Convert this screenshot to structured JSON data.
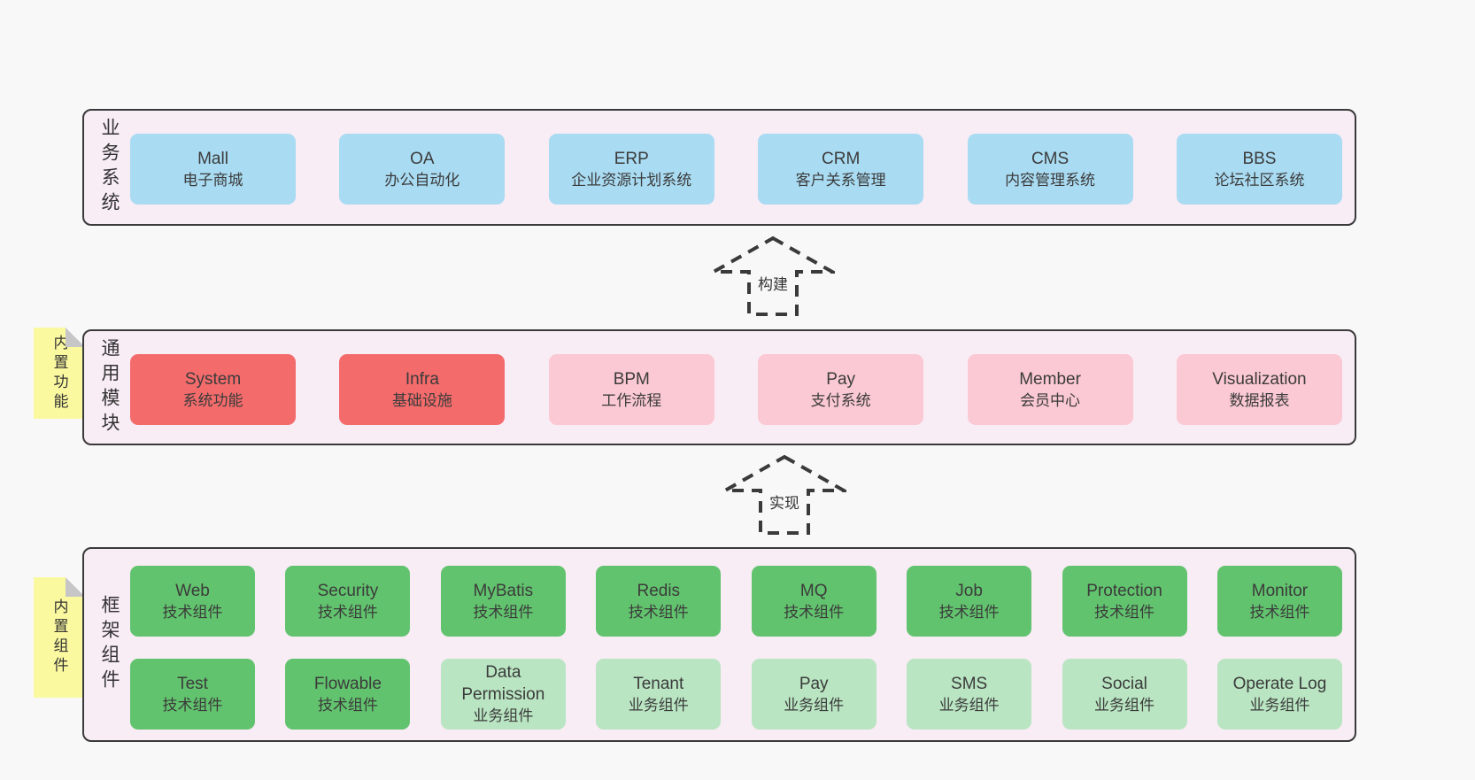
{
  "colors": {
    "page_bg": "#f8f8f8",
    "panel_bg": "#f8ecf5",
    "panel_border": "#3a3a3a",
    "blue_box": "#a9dbf2",
    "red_box": "#f46b6b",
    "pink_box": "#fbc9d3",
    "green_box": "#62c36e",
    "light_green_box": "#b9e5c2",
    "sticky_note_bg": "#fbf9a0",
    "sticky_note_fold": "#c6c6c6",
    "text": "#3b3b3b"
  },
  "arrows": {
    "build": "构建",
    "implement": "实现"
  },
  "business": {
    "side_label": "业务系统",
    "boxes": [
      {
        "title": "Mall",
        "subtitle": "电子商城"
      },
      {
        "title": "OA",
        "subtitle": "办公自动化"
      },
      {
        "title": "ERP",
        "subtitle": "企业资源计划系统"
      },
      {
        "title": "CRM",
        "subtitle": "客户关系管理"
      },
      {
        "title": "CMS",
        "subtitle": "内容管理系统"
      },
      {
        "title": "BBS",
        "subtitle": "论坛社区系统"
      }
    ]
  },
  "modules": {
    "side_label": "通用模块",
    "sticky_label": "内置功能",
    "boxes": [
      {
        "title": "System",
        "subtitle": "系统功能",
        "variant": "red"
      },
      {
        "title": "Infra",
        "subtitle": "基础设施",
        "variant": "red"
      },
      {
        "title": "BPM",
        "subtitle": "工作流程",
        "variant": "pink"
      },
      {
        "title": "Pay",
        "subtitle": "支付系统",
        "variant": "pink"
      },
      {
        "title": "Member",
        "subtitle": "会员中心",
        "variant": "pink"
      },
      {
        "title": "Visualization",
        "subtitle": "数据报表",
        "variant": "pink"
      }
    ]
  },
  "components": {
    "side_label": "框架组件",
    "sticky_label": "内置组件",
    "row1": [
      {
        "title": "Web",
        "subtitle": "技术组件",
        "variant": "green"
      },
      {
        "title": "Security",
        "subtitle": "技术组件",
        "variant": "green"
      },
      {
        "title": "MyBatis",
        "subtitle": "技术组件",
        "variant": "green"
      },
      {
        "title": "Redis",
        "subtitle": "技术组件",
        "variant": "green"
      },
      {
        "title": "MQ",
        "subtitle": "技术组件",
        "variant": "green"
      },
      {
        "title": "Job",
        "subtitle": "技术组件",
        "variant": "green"
      },
      {
        "title": "Protection",
        "subtitle": "技术组件",
        "variant": "green"
      },
      {
        "title": "Monitor",
        "subtitle": "技术组件",
        "variant": "green"
      }
    ],
    "row2": [
      {
        "title": "Test",
        "subtitle": "技术组件",
        "variant": "green"
      },
      {
        "title": "Flowable",
        "subtitle": "技术组件",
        "variant": "green"
      },
      {
        "title": "Data Permission",
        "subtitle": "业务组件",
        "variant": "lightgreen"
      },
      {
        "title": "Tenant",
        "subtitle": "业务组件",
        "variant": "lightgreen"
      },
      {
        "title": "Pay",
        "subtitle": "业务组件",
        "variant": "lightgreen"
      },
      {
        "title": "SMS",
        "subtitle": "业务组件",
        "variant": "lightgreen"
      },
      {
        "title": "Social",
        "subtitle": "业务组件",
        "variant": "lightgreen"
      },
      {
        "title": "Operate Log",
        "subtitle": "业务组件",
        "variant": "lightgreen"
      }
    ]
  }
}
